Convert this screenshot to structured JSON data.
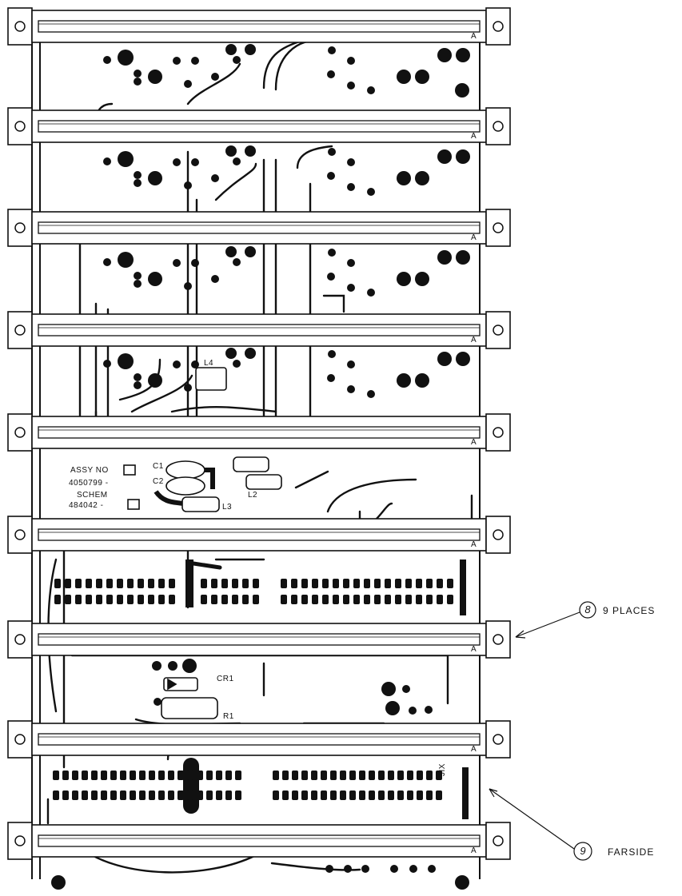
{
  "board_labels": {
    "assy_no": "ASSY NO",
    "assy_part": "4050799 -",
    "schem": "SCHEM",
    "schem_part": "484042 -"
  },
  "components": {
    "c1": "C1",
    "c2": "C2",
    "l2": "L2",
    "l3": "L3",
    "l4": "L4",
    "cr1": "CR1",
    "r1": "R1",
    "jp": "JIX"
  },
  "rail_mark": "A",
  "callouts": [
    {
      "number": "8",
      "text": "9 PLACES"
    },
    {
      "number": "9",
      "text": "FARSIDE"
    }
  ]
}
